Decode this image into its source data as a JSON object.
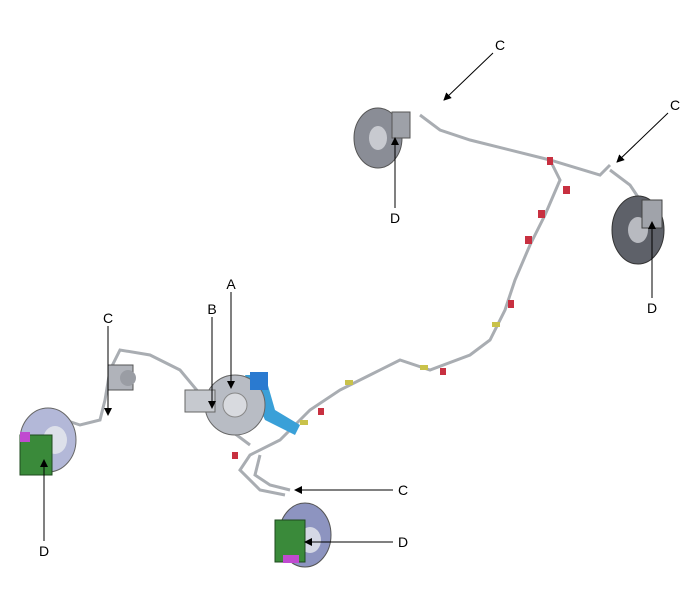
{
  "labels": {
    "A": "A",
    "B": "B",
    "C": "C",
    "D": "D"
  },
  "colors": {
    "disc": "#8a8d96",
    "caliper_front": "#3a8a3a",
    "caliper_accent": "#c04ad0",
    "booster": "#b8bcc4",
    "bracket": "#2a7ad0",
    "clip": "#c83040",
    "line": "#b0b4b8"
  }
}
